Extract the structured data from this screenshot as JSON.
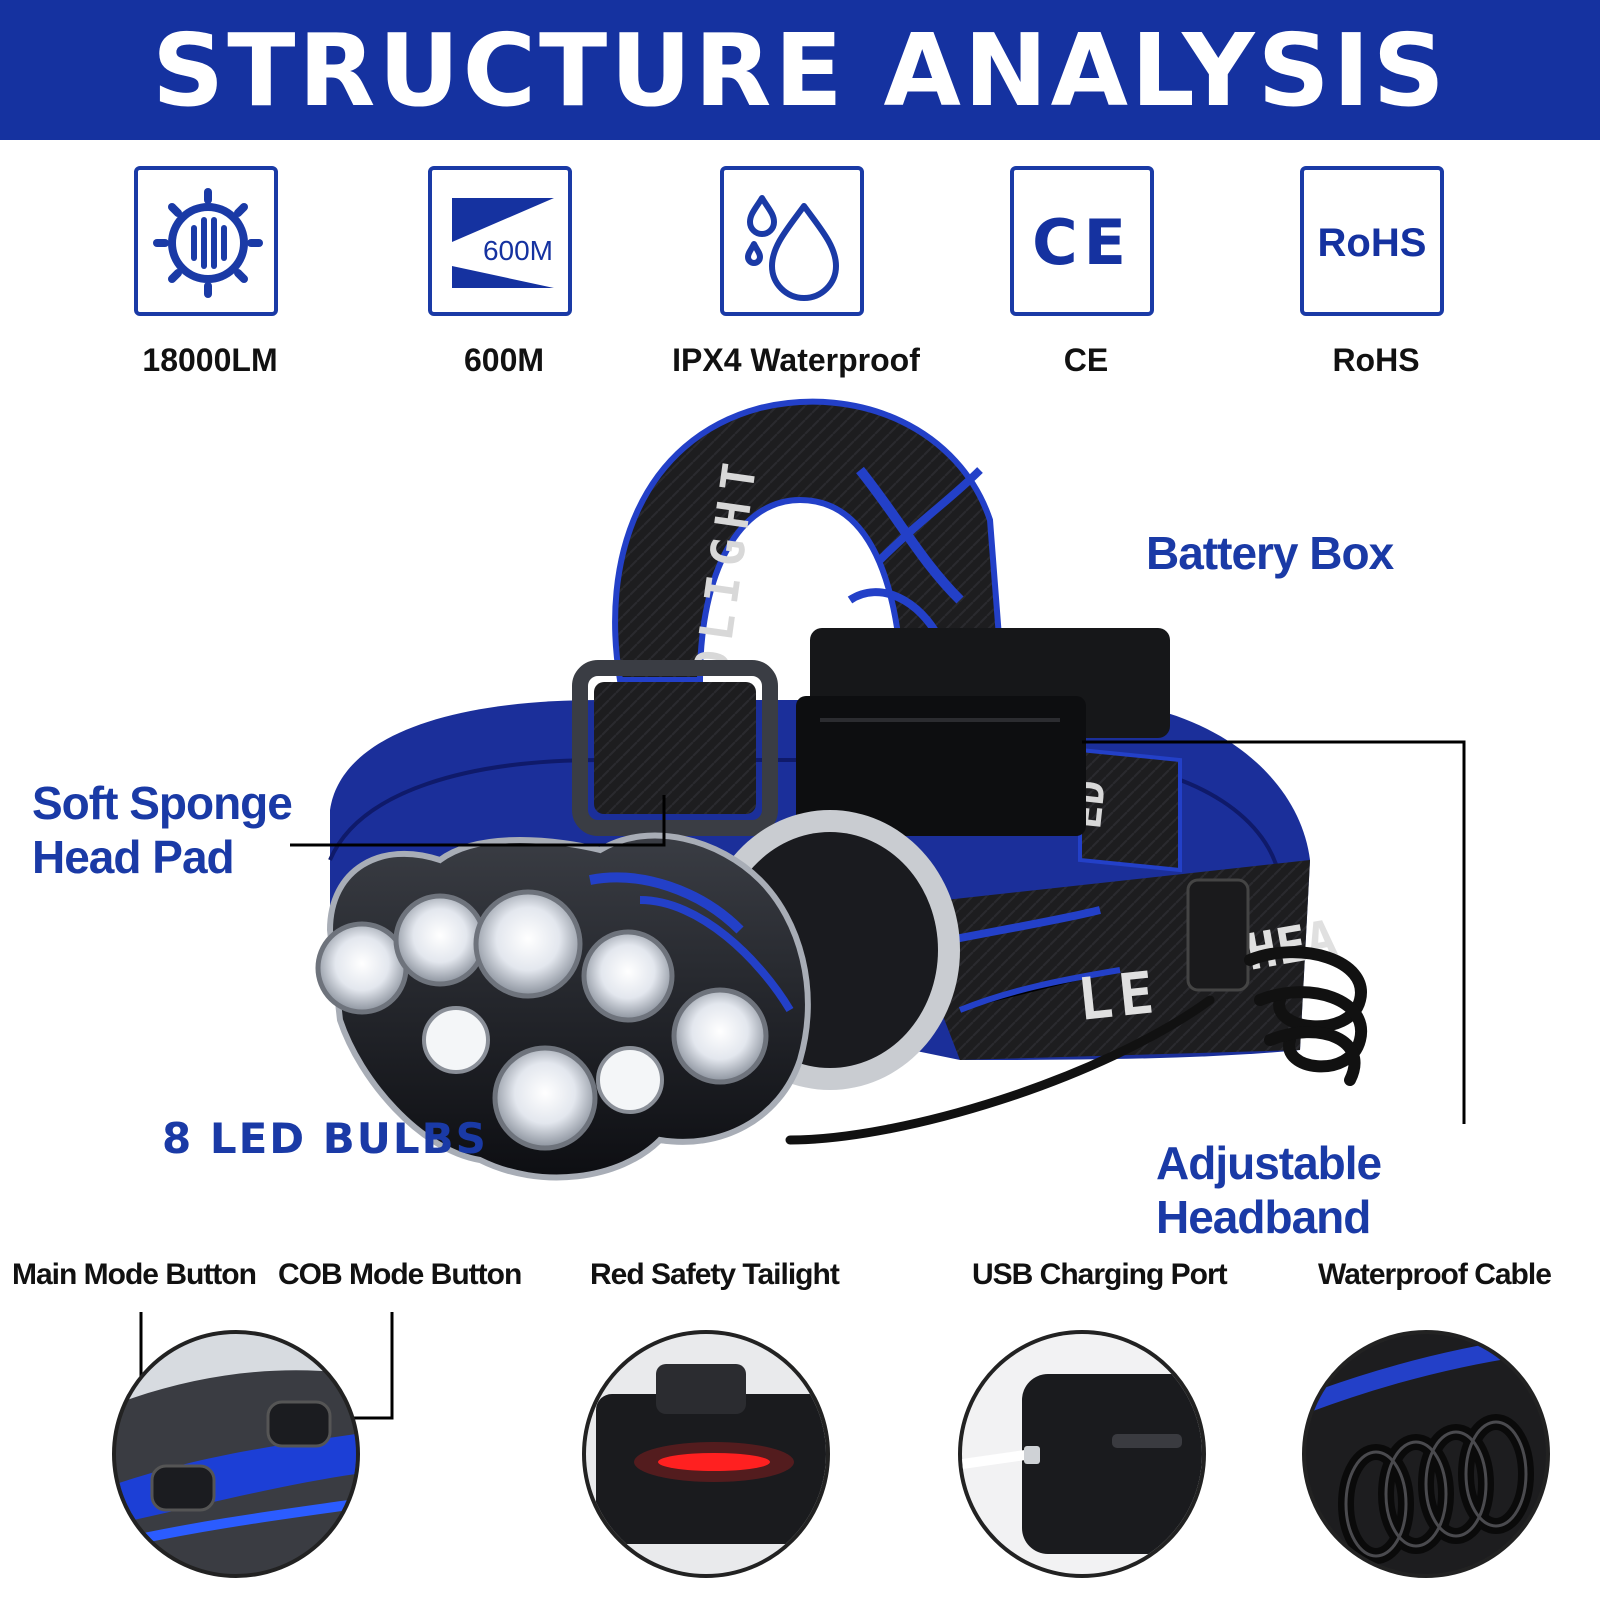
{
  "banner": {
    "title": "STRUCTURE ANALYSIS"
  },
  "features": [
    {
      "icon": "brightness-sun-icon",
      "label": "18000LM"
    },
    {
      "icon": "beam-distance-icon",
      "label": "600M",
      "icon_text": "600M"
    },
    {
      "icon": "water-drops-icon",
      "label": "IPX4 Waterproof"
    },
    {
      "icon": "ce-mark-icon",
      "label": "CE",
      "icon_text": "CE"
    },
    {
      "icon": "rohs-mark-icon",
      "label": "RoHS",
      "icon_text": "RoHS"
    }
  ],
  "callouts": {
    "battery_box": "Battery Box",
    "sponge_line1": "Soft Sponge",
    "sponge_line2": "Head Pad",
    "led_bulbs": "8 LED BULBS",
    "headband": "Adjustable Headband"
  },
  "strap_text": {
    "top": "OLIGHT",
    "right": "ED",
    "front_left": "LE",
    "front_right": "HEA"
  },
  "details": [
    {
      "label": "Main Mode Button"
    },
    {
      "label": "COB Mode Button"
    },
    {
      "label": "Red Safety Tailight"
    },
    {
      "label": "USB Charging Port"
    },
    {
      "label": "Waterproof Cable"
    }
  ],
  "colors": {
    "brand_blue": "#1532a0",
    "text_blue": "#1a3aa6",
    "strap_black": "#1d1d1f",
    "strap_blue": "#2340c8",
    "tail_red": "#ff2020"
  }
}
